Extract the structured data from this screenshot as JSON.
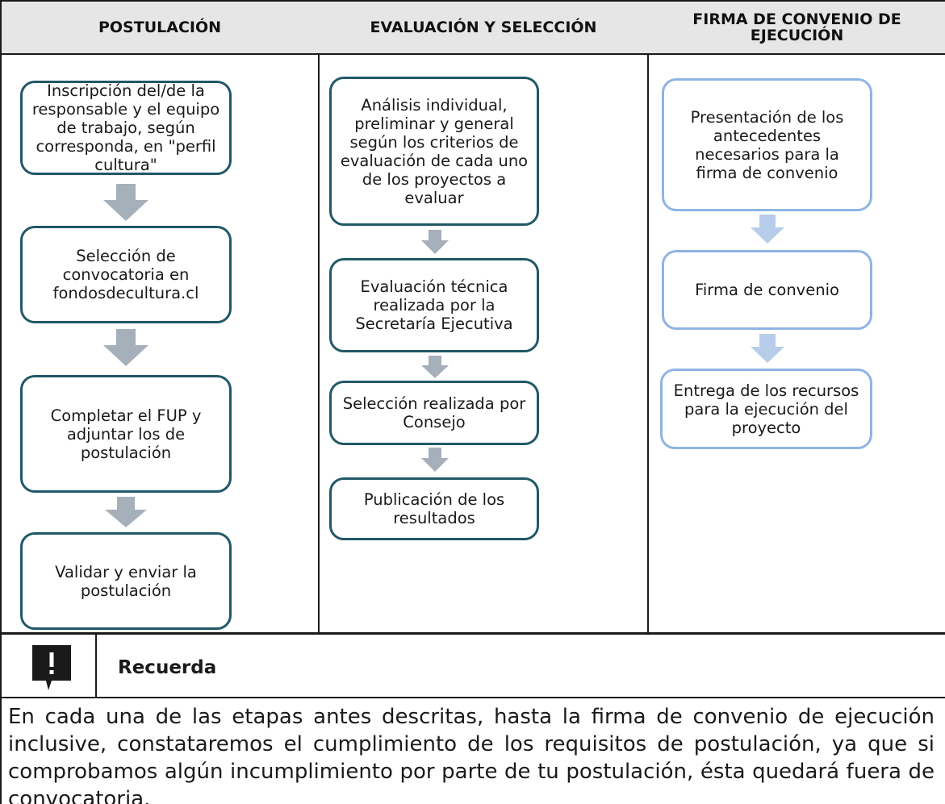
{
  "columns": [
    {
      "header": "POSTULACIÓN",
      "steps": [
        "Inscripción del/de la responsable y el equipo de trabajo, según corresponda, en \"perfil cultura\"",
        "Selección de convocatoria en fondosdecultura.cl",
        "Completar el FUP y adjuntar los de postulación",
        "Validar y enviar la postulación"
      ]
    },
    {
      "header": "EVALUACIÓN Y SELECCIÓN",
      "steps": [
        "Análisis individual, preliminar y general según los criterios de evaluación de cada uno de los proyectos a evaluar",
        "Evaluación técnica realizada por la Secretaría Ejecutiva",
        "Selección realizada por Consejo",
        "Publicación de los resultados"
      ]
    },
    {
      "header": "FIRMA DE CONVENIO DE EJECUCIÓN",
      "steps": [
        "Presentación de los antecedentes necesarios para la firma de convenio",
        "Firma de convenio",
        "Entrega de los recursos para la ejecución del proyecto"
      ]
    }
  ],
  "note": {
    "icon": "alert-speech-bubble-icon",
    "title": "Recuerda",
    "body": "En cada una de las etapas antes descritas, hasta la firma de convenio de ejecución inclusive, constataremos el cumplimiento de los requisitos de postulación, ya que si comprobamos algún incumplimiento por parte de tu postulación, ésta quedará fuera de convocatoria."
  },
  "colors": {
    "header_bg": "#e6e6e6",
    "box_border_dark": "#215868",
    "box_border_light": "#8fb4e3",
    "arrow_gray": "#a6b0bb",
    "arrow_light_blue": "#b8cde9"
  }
}
